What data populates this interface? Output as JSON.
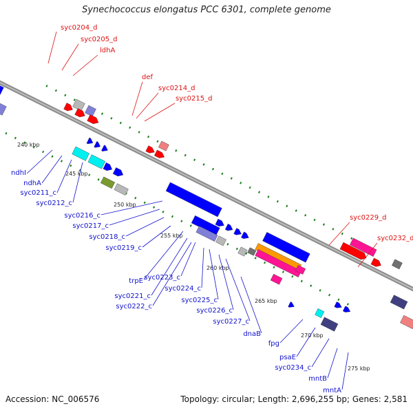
{
  "title": "Synechococcus elongatus PCC 6301, complete genome",
  "footer": {
    "accession": "Accession: NC_006576",
    "summary": "Topology: circular; Length: 2,696,255 bp; Genes: 2,581"
  },
  "colors": {
    "forward_label": "#dd1111",
    "reverse_label": "#1111cc",
    "backbone": "#8c8c8c",
    "tick": "#1a7f1a",
    "red": "#ff0000",
    "pink": "#f08080",
    "grey": "#b8b8b8",
    "dark_grey": "#707070",
    "blue": "#0000ff",
    "cyan": "#00f0f0",
    "lavender": "#8080d8",
    "navy": "#404080",
    "olive": "#7a9a30",
    "magenta": "#ff1493",
    "orange": "#ff9900"
  },
  "ticks": [
    "240 kbp",
    "245 kbp",
    "250 kbp",
    "255 kbp",
    "260 kbp",
    "265 kbp",
    "270 kbp",
    "275 kbp"
  ],
  "forward_labels": [
    "syc0204_d",
    "syc0205_d",
    "ldhA",
    "def",
    "syc0214_d",
    "syc0215_d",
    "syc0229_d",
    "syc0232_d"
  ],
  "reverse_labels": [
    "ndhI",
    "ndhA",
    "syc0211_c",
    "syc0212_c",
    "syc0216_c",
    "syc0217_c",
    "syc0218_c",
    "syc0219_c",
    "trpE",
    "syc0223_c",
    "syc0221_c",
    "syc0222_c",
    "syc0224_c",
    "syc0225_c",
    "syc0226_c",
    "syc0227_c",
    "dnaB",
    "fpg",
    "psaE",
    "syc0234_c",
    "mntB",
    "mntA"
  ]
}
